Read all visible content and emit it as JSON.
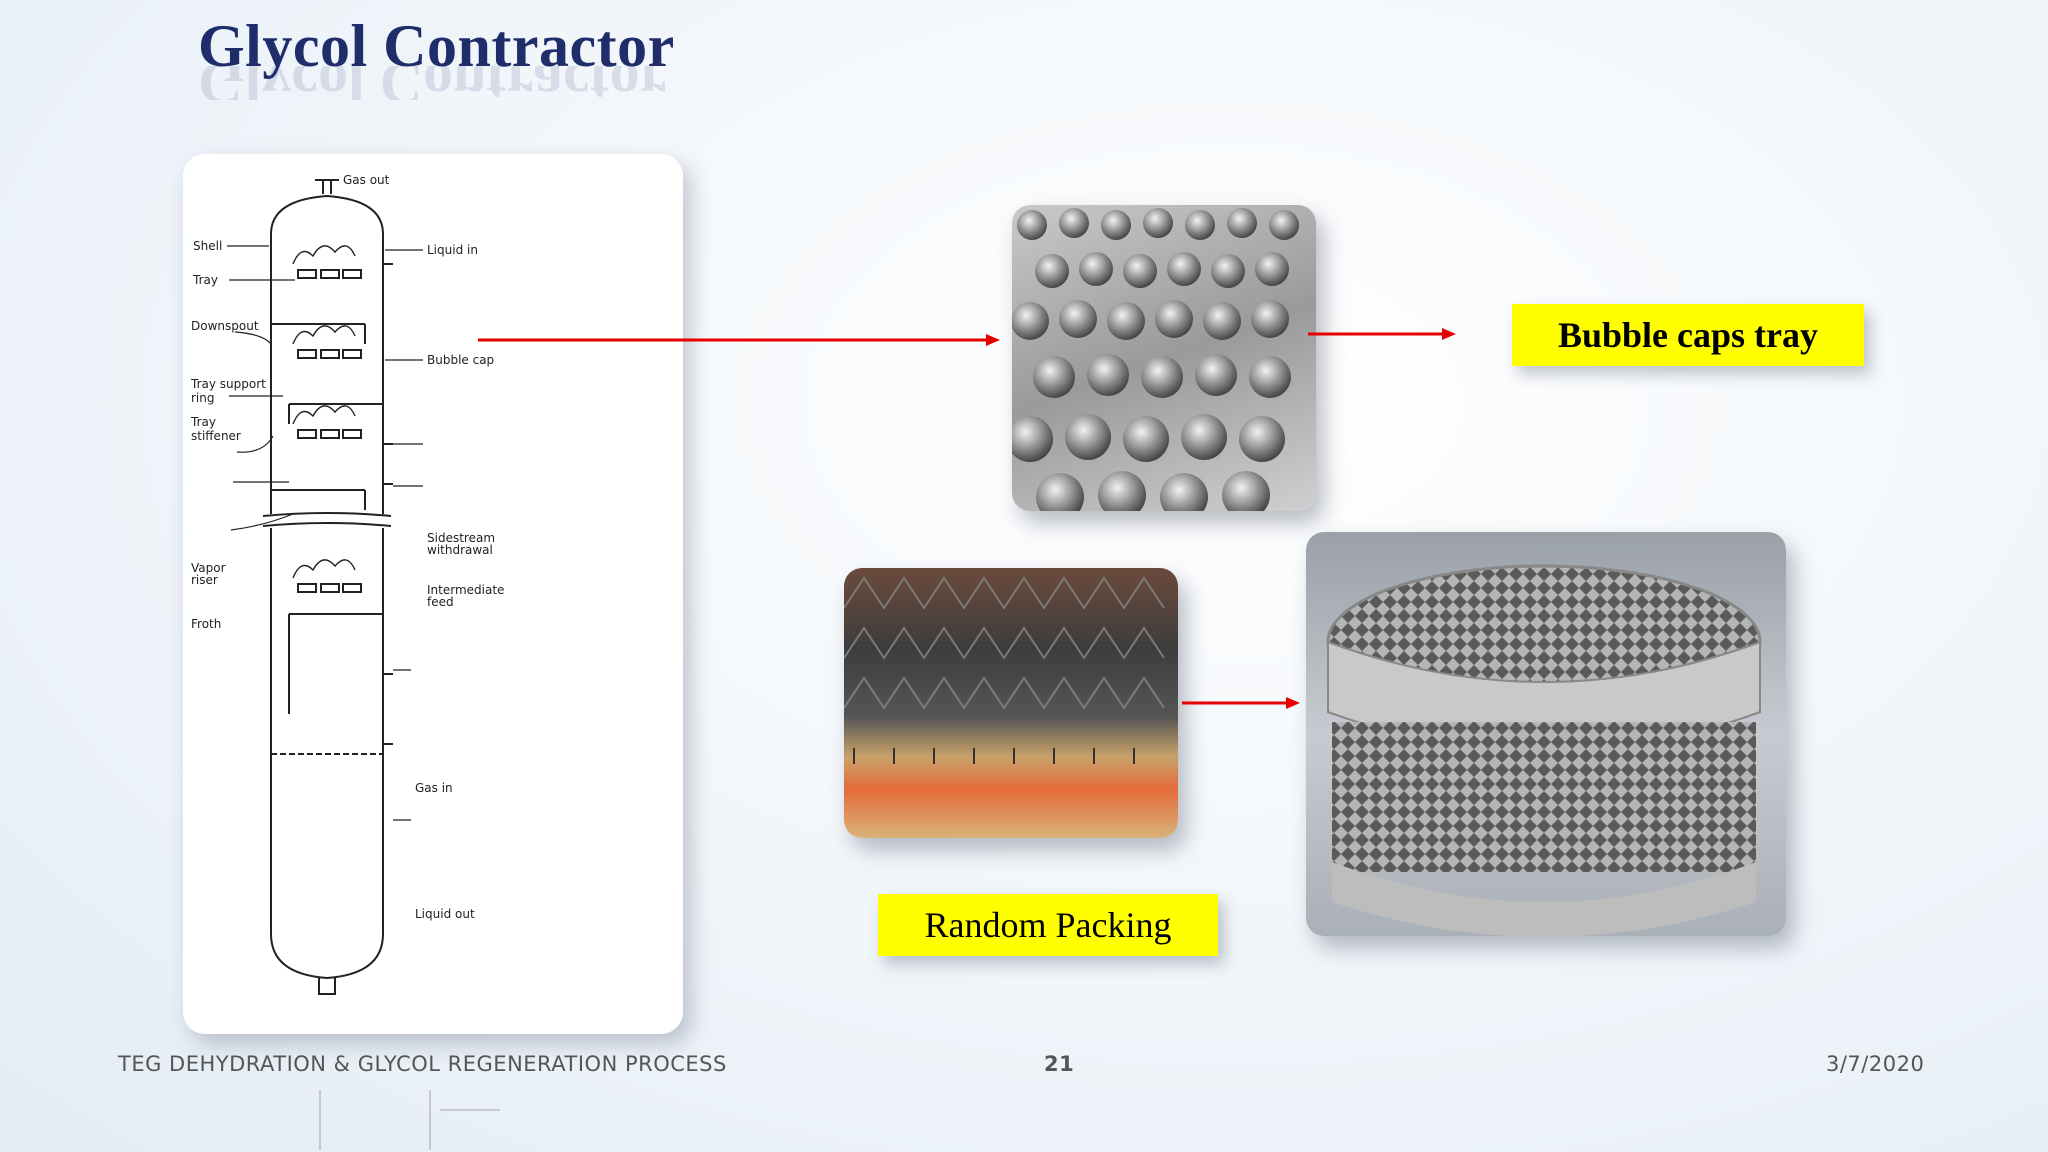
{
  "slide": {
    "title": "Glycol Contractor",
    "footer_left": "TEG DEHYDRATION & GLYCOL REGENERATION PROCESS",
    "page_number": "21",
    "date": "3/7/2020"
  },
  "diagram": {
    "labels": {
      "gas_out": "Gas out",
      "shell": "Shell",
      "tray": "Tray",
      "downspout": "Downspout",
      "tray_support_1": "Tray support",
      "tray_support_2": "ring",
      "tray_stiffener_1": "Tray",
      "tray_stiffener_2": "stiffener",
      "vapor_riser_1": "Vapor",
      "vapor_riser_2": "riser",
      "froth": "Froth",
      "liquid_in": "Liquid in",
      "bubble_cap": "Bubble cap",
      "sidestream_1": "Sidestream",
      "sidestream_2": "withdrawal",
      "intermediate_1": "Intermediate",
      "intermediate_2": "feed",
      "gas_in": "Gas in",
      "liquid_out": "Liquid out"
    }
  },
  "labels": {
    "bubble_caps": "Bubble caps tray",
    "random_packing": "Random Packing"
  },
  "colors": {
    "title": "#1f2d6b",
    "label_bg": "#ffff00",
    "arrow": "#e60000"
  }
}
